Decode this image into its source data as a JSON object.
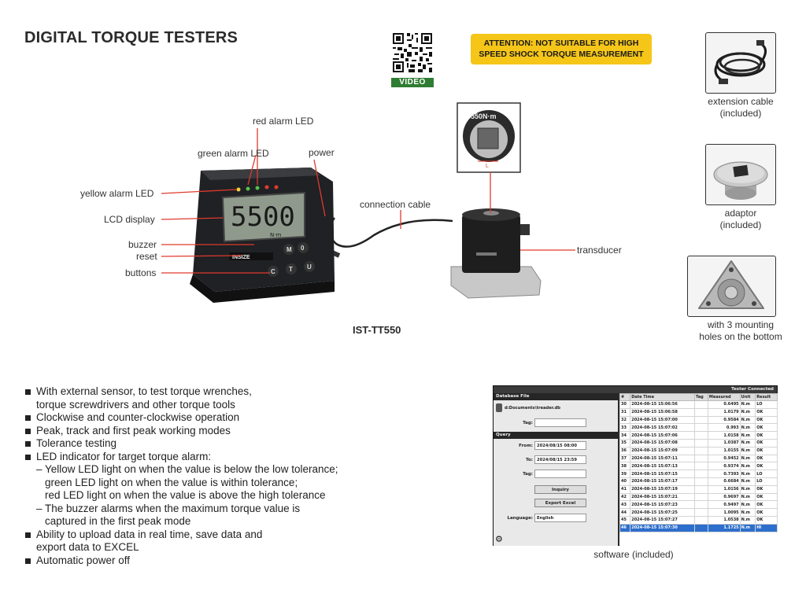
{
  "title": "DIGITAL TORQUE TESTERS",
  "qr_label": "VIDEO",
  "attention": {
    "line1": "ATTENTION: NOT SUITABLE FOR HIGH",
    "line2": "SPEED SHOCK TORQUE MEASUREMENT"
  },
  "accessories": [
    {
      "line1": "extension cable",
      "line2": "(included)"
    },
    {
      "line1": "adaptor",
      "line2": "(included)"
    },
    {
      "line1": "with 3 mounting",
      "line2": "holes on the bottom"
    }
  ],
  "callouts": {
    "red_led": "red alarm LED",
    "green_led": "green alarm LED",
    "power": "power",
    "yellow_led": "yellow alarm LED",
    "lcd": "LCD display",
    "buzzer": "buzzer",
    "reset": "reset",
    "buttons": "buttons",
    "cable": "connection cable",
    "transducer": "transducer"
  },
  "device": {
    "display_value": "5500",
    "display_unit": "N·m",
    "brand": "INSIZE",
    "keys": [
      "M",
      "0",
      "C",
      "T",
      "U"
    ],
    "sensor_label": "550N·m",
    "sensor_dim": "L"
  },
  "model": "IST-TT550",
  "features": [
    {
      "type": "item",
      "text": "With external sensor, to test torque wrenches,"
    },
    {
      "type": "cont",
      "text": "torque screwdrivers and other torque tools"
    },
    {
      "type": "item",
      "text": "Clockwise and counter-clockwise operation"
    },
    {
      "type": "item",
      "text": "Peak, track and first peak working modes"
    },
    {
      "type": "item",
      "text": "Tolerance testing"
    },
    {
      "type": "item",
      "text": "LED indicator for target torque alarm:"
    },
    {
      "type": "sub",
      "text": "Yellow LED light on when the value is below the low tolerance;"
    },
    {
      "type": "cont",
      "text": "green LED light on when the value is within tolerance;"
    },
    {
      "type": "cont",
      "text": "red LED light on when the value is above the high tolerance"
    },
    {
      "type": "sub",
      "text": "The buzzer alarms when the maximum torque value is"
    },
    {
      "type": "cont",
      "text": "captured in the first peak mode"
    },
    {
      "type": "item",
      "text": "Ability to upload data in real time, save data and"
    },
    {
      "type": "cont",
      "text": "export data to EXCEL"
    },
    {
      "type": "item",
      "text": "Automatic power off"
    }
  ],
  "software": {
    "status": "Tester Connected",
    "db_head": "Database File",
    "db_path": "d:Documents\\treader.db",
    "tag_label": "Tag:",
    "query_head": "Query",
    "from_label": "From:",
    "from_value": "2024/08/15 08:00",
    "to_label": "To:",
    "to_value": "2024/08/15 23:59",
    "inquiry": "Inquiry",
    "export": "Export Excel",
    "language_label": "Language:",
    "language_value": "English",
    "columns": [
      "#",
      "Date Time",
      "Tag",
      "Measured",
      "Unit",
      "Result"
    ],
    "rows": [
      [
        "30",
        "2024-08-15 15:06:56",
        "",
        "0.6495",
        "N.m",
        "LO"
      ],
      [
        "31",
        "2024-08-15 15:06:58",
        "",
        "1.0179",
        "N.m",
        "OK"
      ],
      [
        "32",
        "2024-08-15 15:07:00",
        "",
        "0.9584",
        "N.m",
        "OK"
      ],
      [
        "33",
        "2024-08-15 15:07:02",
        "",
        "0.993",
        "N.m",
        "OK"
      ],
      [
        "34",
        "2024-08-15 15:07:06",
        "",
        "1.0158",
        "N.m",
        "OK"
      ],
      [
        "35",
        "2024-08-15 15:07:08",
        "",
        "1.0387",
        "N.m",
        "OK"
      ],
      [
        "36",
        "2024-08-15 15:07:09",
        "",
        "1.0155",
        "N.m",
        "OK"
      ],
      [
        "37",
        "2024-08-15 15:07:11",
        "",
        "0.9452",
        "N.m",
        "OK"
      ],
      [
        "38",
        "2024-08-15 15:07:13",
        "",
        "0.9374",
        "N.m",
        "OK"
      ],
      [
        "39",
        "2024-08-15 15:07:15",
        "",
        "0.7393",
        "N.m",
        "LO"
      ],
      [
        "40",
        "2024-08-15 15:07:17",
        "",
        "0.6684",
        "N.m",
        "LO"
      ],
      [
        "41",
        "2024-08-15 15:07:19",
        "",
        "1.0156",
        "N.m",
        "OK"
      ],
      [
        "42",
        "2024-08-15 15:07:21",
        "",
        "0.9697",
        "N.m",
        "OK"
      ],
      [
        "43",
        "2024-08-15 15:07:23",
        "",
        "0.9497",
        "N.m",
        "OK"
      ],
      [
        "44",
        "2024-08-15 15:07:25",
        "",
        "1.0095",
        "N.m",
        "OK"
      ],
      [
        "45",
        "2024-08-15 15:07:27",
        "",
        "1.0538",
        "N.m",
        "OK"
      ],
      [
        "46",
        "2024-08-15 15:07:30",
        "",
        "1.1725",
        "N.m",
        "HI"
      ]
    ],
    "highlight_row": 16,
    "caption": "software (included)"
  }
}
